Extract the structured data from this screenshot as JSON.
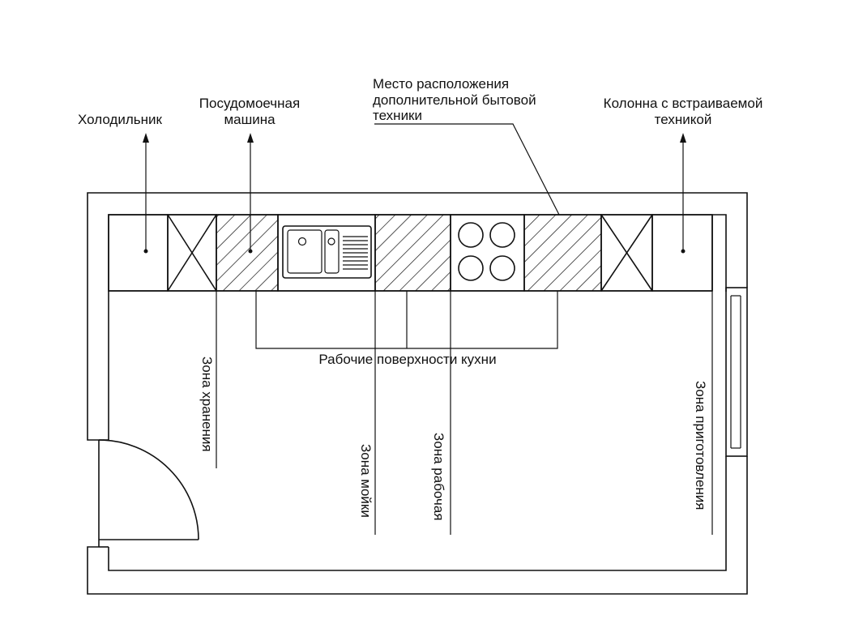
{
  "colors": {
    "line": "#111111",
    "background": "#ffffff"
  },
  "labels": {
    "fridge": "Холодильник",
    "dishwasher_1": "Посудомоечная",
    "dishwasher_2": "машина",
    "extra_appliance_1": "Место расположения",
    "extra_appliance_2": "дополнительной бытовой",
    "extra_appliance_3": "техники",
    "column_1": "Колонна с встраиваемой",
    "column_2": "техникой",
    "work_surfaces": "Рабочие поверхности кухни",
    "zone_storage": "Зона хранения",
    "zone_washing": "Зона мойки",
    "zone_working": "Зона рабочая",
    "zone_cooking": "Зона приготовления"
  }
}
